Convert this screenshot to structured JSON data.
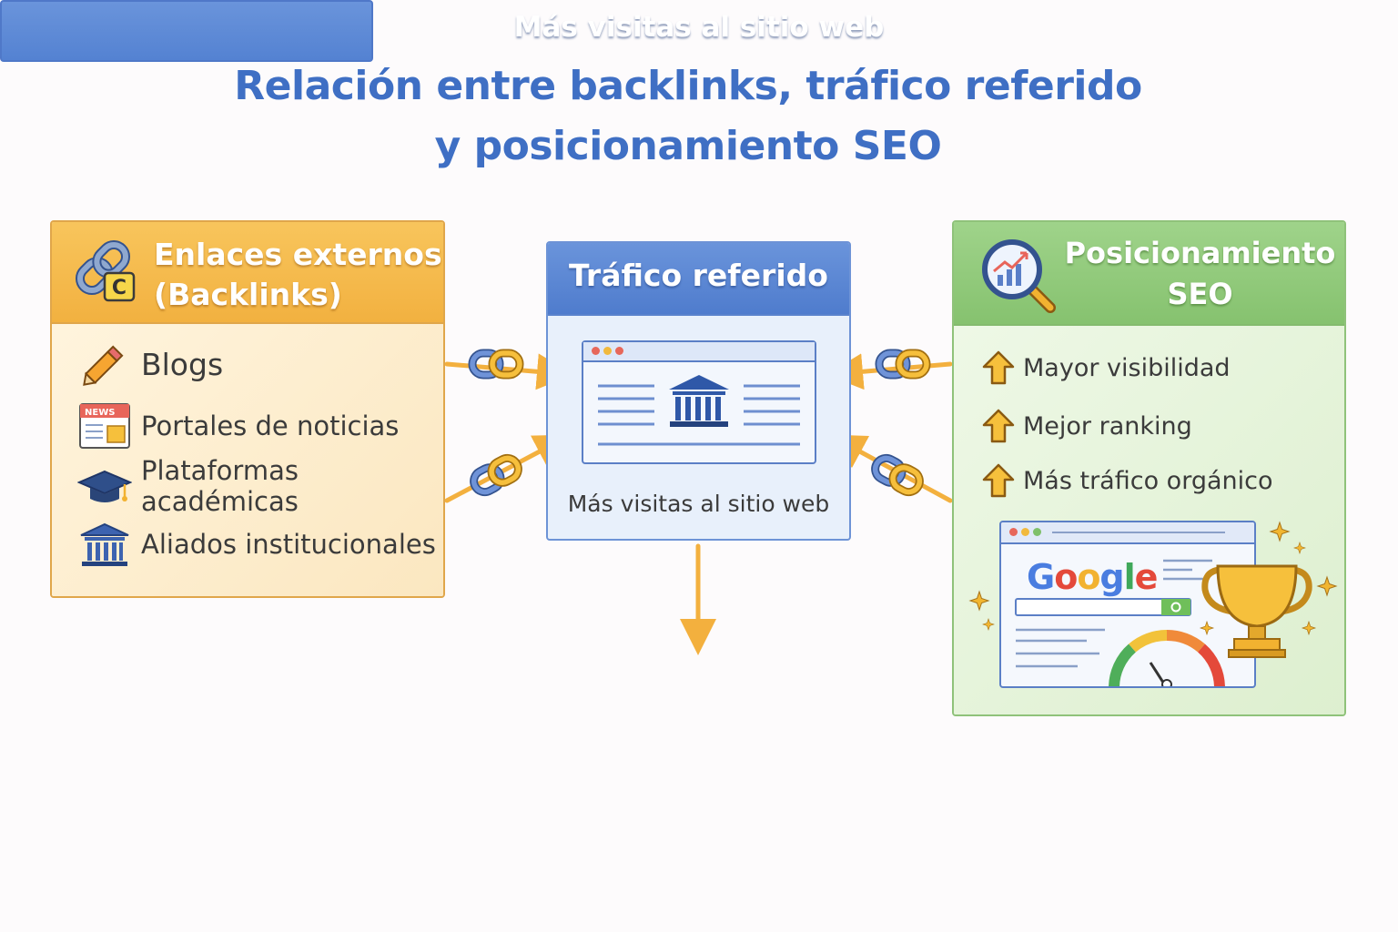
{
  "title": {
    "line1": "Relación entre backlinks, tráfico referido",
    "line2": "y posicionamiento SEO"
  },
  "left_panel": {
    "title_line1": "Enlaces externos",
    "title_line2": "(Backlinks)",
    "icon": "chain-link-icon",
    "icon_badge": "C",
    "items": [
      {
        "label": "Blogs",
        "icon": "pencil-icon"
      },
      {
        "label": "Portales de noticias",
        "icon": "newspaper-icon",
        "badge": "NEWS"
      },
      {
        "label": "Plataformas académicas",
        "icon": "graduation-cap-icon"
      },
      {
        "label": "Aliados institucionales",
        "icon": "institution-building-icon"
      }
    ]
  },
  "center_panel": {
    "title": "Tráfico referido",
    "caption": "Más visitas al sitio web",
    "icon": "website-browser-icon"
  },
  "bottom_box": {
    "label": "Más visitas al sitio web"
  },
  "right_panel": {
    "title_line1": "Posicionamiento",
    "title_line2": "SEO",
    "icon": "magnifier-chart-icon",
    "items": [
      {
        "label": "Mayor visibilidad",
        "icon": "up-arrow-icon"
      },
      {
        "label": "Mejor ranking",
        "icon": "up-arrow-icon"
      },
      {
        "label": "Más tráfico orgánico",
        "icon": "up-arrow-icon"
      }
    ],
    "search_brand": "Google",
    "illustration_icons": [
      "trophy-icon",
      "speedometer-gauge-icon",
      "sparkle-icon"
    ]
  },
  "colors": {
    "title": "#3f6fc4",
    "orange_panel": "#f5b94a",
    "blue_panel": "#5b86d3",
    "green_panel": "#92c87c",
    "arrow": "#f3b03e",
    "chain_blue": "#5a7fc8",
    "chain_gold": "#f2b230"
  }
}
